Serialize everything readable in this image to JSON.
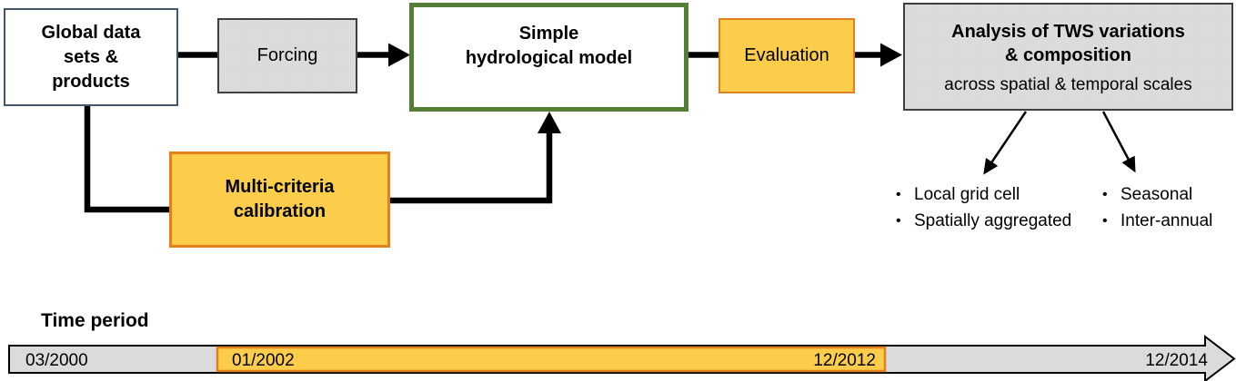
{
  "flowchart": {
    "global_data_box": {
      "label": "Global data\nsets &\nproducts"
    },
    "forcing_box": {
      "label": "Forcing"
    },
    "model_box": {
      "label": "Simple\nhydrological model"
    },
    "evaluation_box": {
      "label": "Evaluation"
    },
    "analysis_box": {
      "title": "Analysis of TWS variations\n& composition",
      "subtitle": "across spatial & temporal scales"
    },
    "calibration_box": {
      "label": "Multi-criteria\ncalibration"
    },
    "bullet_char": "•",
    "spatial_outputs": [
      "Local grid cell",
      "Spatially aggregated"
    ],
    "temporal_outputs": [
      "Seasonal",
      "Inter-annual"
    ]
  },
  "timeline": {
    "title": "Time period",
    "start_label": "03/2000",
    "highlight_start_label": "01/2002",
    "highlight_end_label": "12/2012",
    "end_label": "12/2014"
  },
  "colors": {
    "highlight_fill": "#FCCD4B",
    "highlight_border": "#E2801E",
    "model_border_green": "#567D35",
    "data_box_border_slate": "#44546A",
    "neutral_fill_gray": "#DBDBDB",
    "arrow_black": "#000000"
  }
}
